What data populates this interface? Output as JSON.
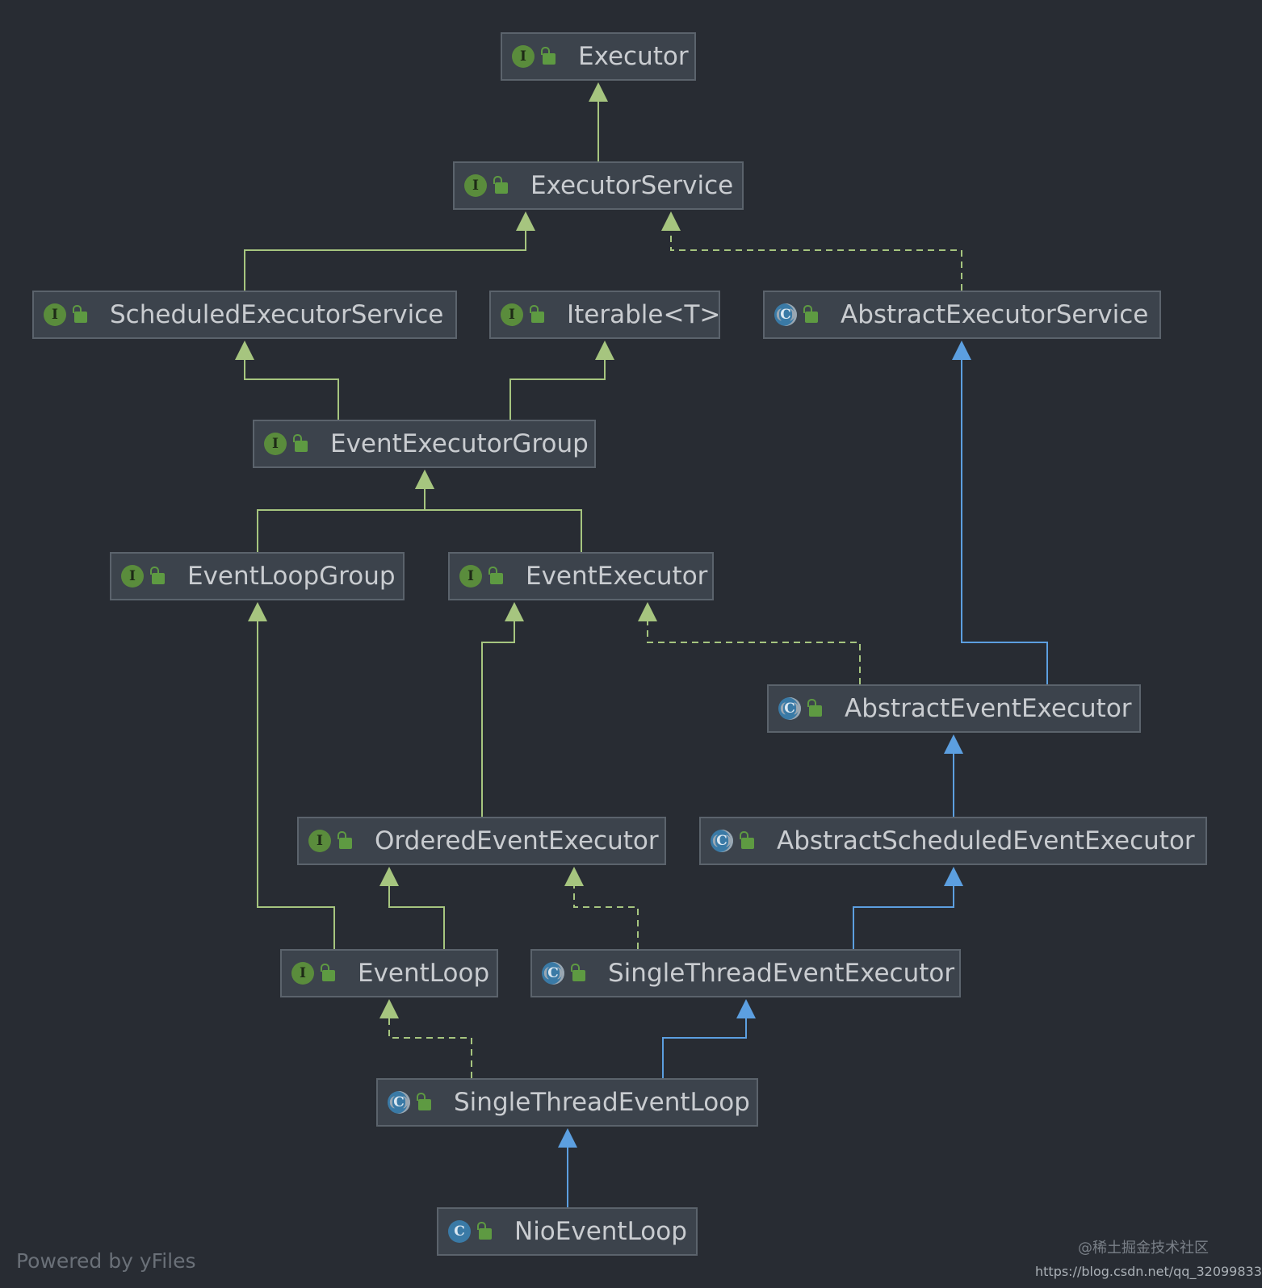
{
  "nodes": [
    {
      "id": "Executor",
      "label": "Executor",
      "kind": "interface"
    },
    {
      "id": "ExecutorService",
      "label": "ExecutorService",
      "kind": "interface"
    },
    {
      "id": "ScheduledExecutorService",
      "label": "ScheduledExecutorService",
      "kind": "interface"
    },
    {
      "id": "Iterable",
      "label": "Iterable<T>",
      "kind": "interface"
    },
    {
      "id": "AbstractExecutorService",
      "label": "AbstractExecutorService",
      "kind": "abstract-class"
    },
    {
      "id": "EventExecutorGroup",
      "label": "EventExecutorGroup",
      "kind": "interface"
    },
    {
      "id": "EventLoopGroup",
      "label": "EventLoopGroup",
      "kind": "interface"
    },
    {
      "id": "EventExecutor",
      "label": "EventExecutor",
      "kind": "interface"
    },
    {
      "id": "AbstractEventExecutor",
      "label": "AbstractEventExecutor",
      "kind": "abstract-class"
    },
    {
      "id": "OrderedEventExecutor",
      "label": "OrderedEventExecutor",
      "kind": "interface"
    },
    {
      "id": "AbstractScheduledEventExecutor",
      "label": "AbstractScheduledEventExecutor",
      "kind": "abstract-class"
    },
    {
      "id": "EventLoop",
      "label": "EventLoop",
      "kind": "interface"
    },
    {
      "id": "SingleThreadEventExecutor",
      "label": "SingleThreadEventExecutor",
      "kind": "abstract-class"
    },
    {
      "id": "SingleThreadEventLoop",
      "label": "SingleThreadEventLoop",
      "kind": "abstract-class"
    },
    {
      "id": "NioEventLoop",
      "label": "NioEventLoop",
      "kind": "class"
    }
  ],
  "edges": [
    {
      "from": "ExecutorService",
      "to": "Executor",
      "type": "interface-extends"
    },
    {
      "from": "ScheduledExecutorService",
      "to": "ExecutorService",
      "type": "interface-extends"
    },
    {
      "from": "AbstractExecutorService",
      "to": "ExecutorService",
      "type": "implements"
    },
    {
      "from": "EventExecutorGroup",
      "to": "ScheduledExecutorService",
      "type": "interface-extends"
    },
    {
      "from": "EventExecutorGroup",
      "to": "Iterable",
      "type": "interface-extends"
    },
    {
      "from": "EventLoopGroup",
      "to": "EventExecutorGroup",
      "type": "interface-extends"
    },
    {
      "from": "EventExecutor",
      "to": "EventExecutorGroup",
      "type": "interface-extends"
    },
    {
      "from": "AbstractEventExecutor",
      "to": "EventExecutor",
      "type": "implements"
    },
    {
      "from": "AbstractEventExecutor",
      "to": "AbstractExecutorService",
      "type": "class-extends"
    },
    {
      "from": "OrderedEventExecutor",
      "to": "EventExecutor",
      "type": "interface-extends"
    },
    {
      "from": "AbstractScheduledEventExecutor",
      "to": "AbstractEventExecutor",
      "type": "class-extends"
    },
    {
      "from": "EventLoop",
      "to": "EventLoopGroup",
      "type": "interface-extends"
    },
    {
      "from": "EventLoop",
      "to": "OrderedEventExecutor",
      "type": "interface-extends"
    },
    {
      "from": "SingleThreadEventExecutor",
      "to": "OrderedEventExecutor",
      "type": "implements"
    },
    {
      "from": "SingleThreadEventExecutor",
      "to": "AbstractScheduledEventExecutor",
      "type": "class-extends"
    },
    {
      "from": "SingleThreadEventLoop",
      "to": "EventLoop",
      "type": "implements"
    },
    {
      "from": "SingleThreadEventLoop",
      "to": "SingleThreadEventExecutor",
      "type": "class-extends"
    },
    {
      "from": "NioEventLoop",
      "to": "SingleThreadEventLoop",
      "type": "class-extends"
    }
  ],
  "colors": {
    "background": "#282c33",
    "interface_edge": "#a6c57f",
    "class_edge": "#5c9fe0",
    "interface_badge": "#5a8c3c",
    "class_badge": "#3a7aa6"
  },
  "badge_letters": {
    "interface": "I",
    "class": "C"
  },
  "footer": {
    "powered_by": "Powered by yFiles",
    "watermark_author": "@稀土掘金技术社区",
    "watermark_url": "https://blog.csdn.net/qq_32099833"
  }
}
